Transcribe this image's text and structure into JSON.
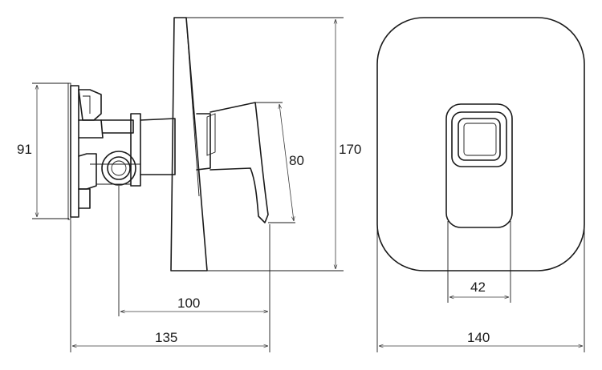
{
  "dimensions": {
    "side_height": "91",
    "handle_length": "80",
    "cover_height": "170",
    "body_to_lever_depth": "100",
    "total_depth": "135",
    "cover_width": "140",
    "handle_width": "42"
  }
}
